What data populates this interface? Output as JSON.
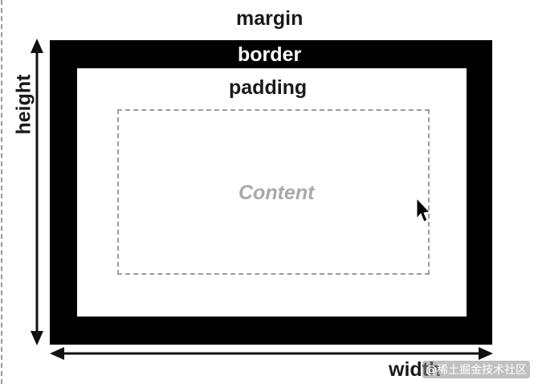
{
  "labels": {
    "margin": "margin",
    "border": "border",
    "padding": "padding",
    "content": "Content",
    "height": "height",
    "width": "width"
  },
  "watermark": "@稀土掘金技术社区",
  "icons": {
    "cursor": "mouse-pointer-icon"
  },
  "colors": {
    "border_fill": "#000000",
    "content_text": "#a9a9a9",
    "content_outline": "#9d9d9d"
  }
}
